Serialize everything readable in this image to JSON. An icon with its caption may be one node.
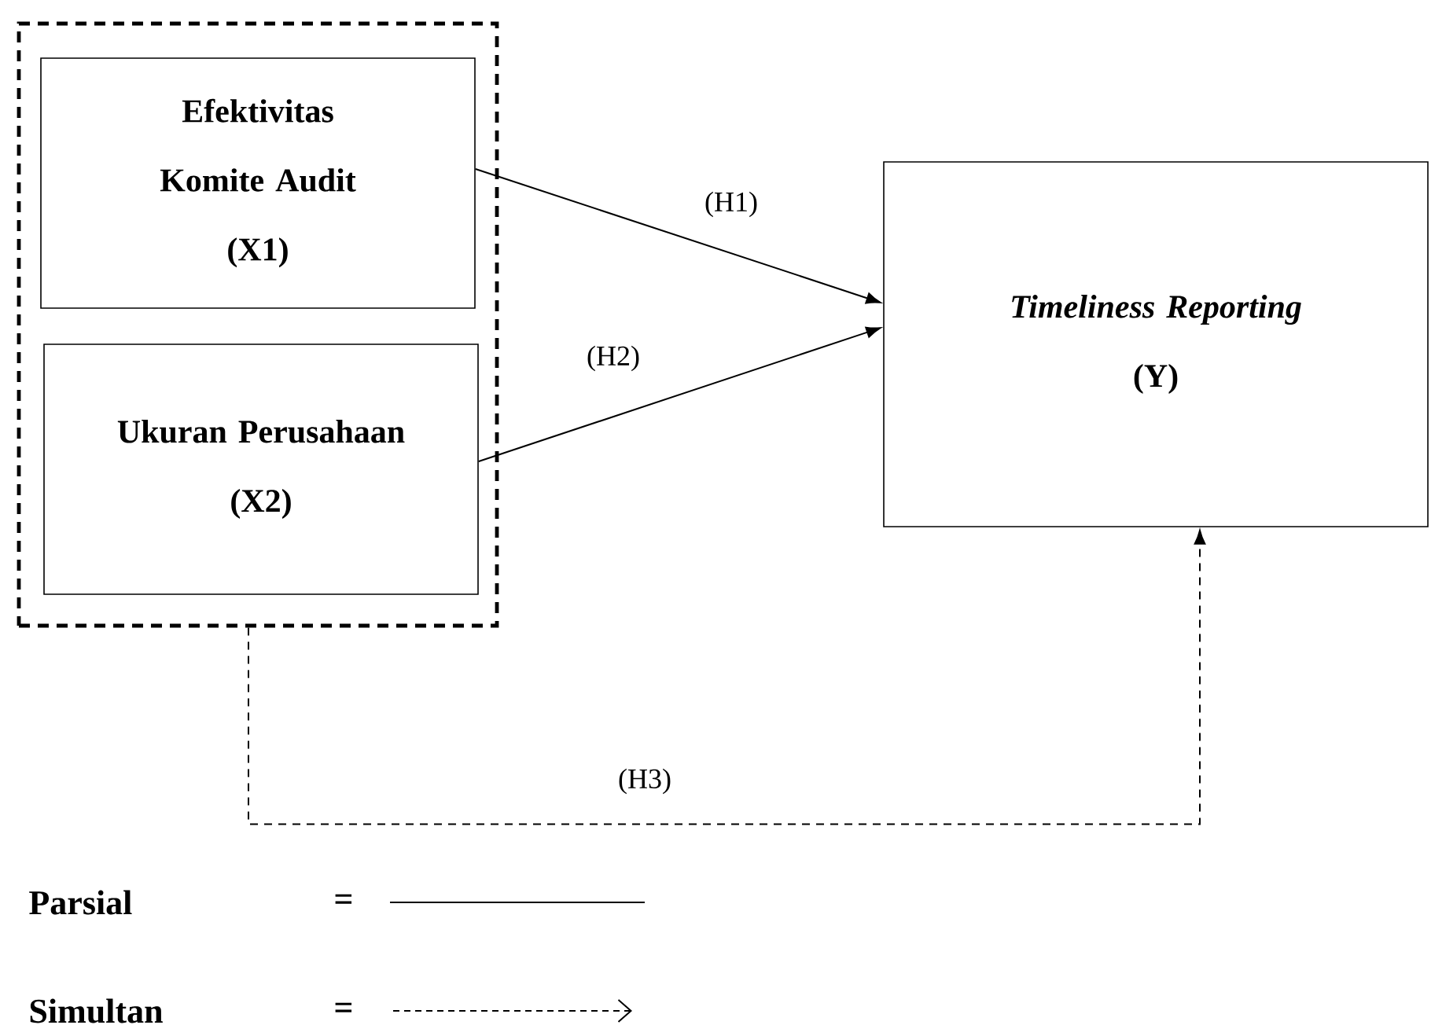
{
  "diagram": {
    "nodes": [
      {
        "text": [],
        "shape": "box"
      },
      {
        "text": [
          "Efektivitas Komite Audit",
          "(X1)"
        ],
        "in": 0
      },
      {
        "text": [
          "Ukuran Perusahaan",
          "(X2)"
        ],
        "in": 0
      },
      {
        "text": [
          "Timeliness Reporting",
          "(Y)"
        ]
      }
    ],
    "edges": [
      {
        "from": 1,
        "to": 3,
        "arrow": "to",
        "label": "(H1)"
      },
      {
        "from": 2,
        "to": 3,
        "arrow": "to",
        "label": "(H2)"
      },
      {
        "from": 0,
        "to": 3,
        "arrow": "to",
        "label": "(H3)",
        "style": "dashed"
      }
    ],
    "labels": [
      "=",
      "="
    ],
    "legend": [
      {
        "text": "Parsial"
      },
      {
        "text": "Simultan"
      }
    ]
  }
}
